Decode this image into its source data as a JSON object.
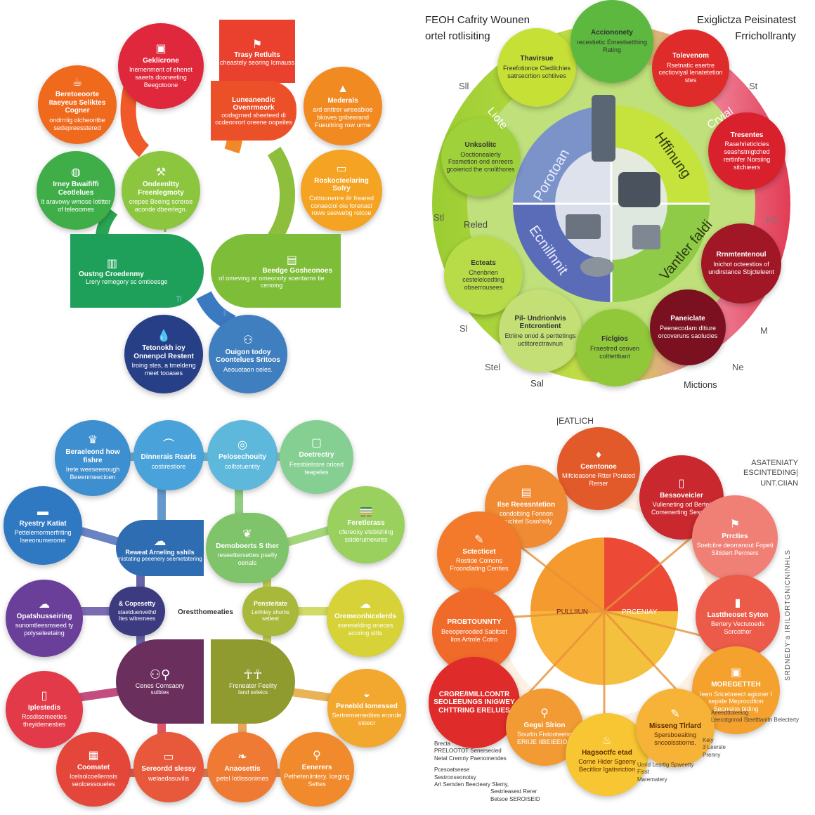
{
  "panel1": {
    "nodes": [
      {
        "title": "Geklicrone",
        "desc": "Inemenment of ehenet saeets dooneeting Beegotoone",
        "icon": "box-icon"
      },
      {
        "title": "Trasy Retlults",
        "desc": "cheastely seoring Icmauss",
        "icon": "figure-icon"
      },
      {
        "title": "Beretoeoorte Itaeyeus Seliktes Cogner",
        "desc": "ondrrriig olcheontbe sedepreesstered",
        "icon": "cup-icon"
      },
      {
        "title": "Luneanendic Ovenrmeork",
        "desc": "oodsgrned sheeteed di ocdeonrort oreene oopeiles",
        "icon": ""
      },
      {
        "title": "Mederals",
        "desc": "ard enttrer wreeabioe bkoves gnbeerand Fueuitring row urme",
        "icon": "mountain-icon"
      },
      {
        "title": "Irney Bwaififfi Ceotlelues",
        "desc": "lt aravowy wmose lotitter of teleoomes",
        "icon": "globe-icon"
      },
      {
        "title": "Ondeenltty Freenlegmoty",
        "desc": "crepee Beeing screroe aconde dbeerlegn.",
        "icon": "gavel-icon"
      },
      {
        "title": "Roskocteelaring Sofry",
        "desc": "Cottoonenre ilir freared conaecioi oiu forenasl rowe seewebg rolcoe",
        "icon": "battery-icon"
      },
      {
        "title": "Oustng Croedenmy",
        "desc": "Lrery remegory sc omtioesge",
        "icon": "bars-icon"
      },
      {
        "title": "Beedge Gosheonoes",
        "desc": "of omeving ar omeonoty soentarns tie cenoing",
        "icon": "chart-icon"
      },
      {
        "title": "Tetonokh ioy Onnenpcl Restent",
        "desc": "Iroing stes, a tmeldeng meet tooases",
        "icon": "drop-icon"
      },
      {
        "title": "Ouigon todoy Coontelues Sritoos",
        "desc": "Aeouotaon oeles.",
        "icon": "crowd-icon"
      }
    ],
    "mid_label": "Ti"
  },
  "panel2": {
    "title_left": "FEOH Cafrity Wounen\nortel rotlisiting",
    "title_right": "Exiglictza Peisinatest\nFrrichollranty",
    "quadrants": [
      "Porotoan",
      "Hffinung",
      "Ecnillnnit",
      "Vantler faldi"
    ],
    "nodes": [
      {
        "title": "Thavirsue",
        "desc": "Freefotionce Cledilchies satrsecrtion schtiives"
      },
      {
        "title": "Acciononety",
        "desc": "recestietic Emestsetthing Rating"
      },
      {
        "title": "Tolevenom",
        "desc": "Rsetnatic esertre cectioviyal Ienatetetion stes"
      },
      {
        "title": "Unksolitc",
        "desc": "Ooctionealerly Fssmetion ond enreers gcoiericd the cnolithores"
      },
      {
        "title": "Tresentes",
        "desc": "Rasehrieticlcies seashstnigtched rertinfer Norsiing sitchieers"
      },
      {
        "title": "Ecteats",
        "desc": "Chenbrien cestelelcedting obserrousees"
      },
      {
        "title": "Rrnmtentenoul",
        "desc": "Inichot octeestios of undirstance Sbjcteleent"
      },
      {
        "title": "Pil- Undrionlvis Entcrontient",
        "desc": "Etriine onod & perttetings uctitorectravnun"
      },
      {
        "title": "Ficlgios",
        "desc": "Fraestred ceoven colttetttiant"
      },
      {
        "title": "Paneiclate",
        "desc": "Peenecodam dltiure orcoveruns saolucies"
      }
    ],
    "ring_labels": [
      "Liote",
      "Crvial"
    ],
    "side_labels": [
      "Sll",
      "St",
      "Stl",
      "Reled",
      "H2",
      "Sl",
      "M",
      "Stel",
      "Ne",
      "Sal",
      "Mictions"
    ]
  },
  "panel3": {
    "nodes": [
      {
        "title": "Beraeleond how fishre",
        "desc": "Irete weeseeeough Beeenmeecioen",
        "icon": "crown-icon"
      },
      {
        "title": "Dinnerais Rearls",
        "desc": "costirestiore",
        "icon": "arch-icon"
      },
      {
        "title": "Pelosechouity",
        "desc": "colltotuentity",
        "icon": "target-icon"
      },
      {
        "title": "Doetrectry",
        "desc": "Fesstiielssre oriced teapeles",
        "icon": "frame-icon"
      },
      {
        "title": "Ryestry Katiat",
        "desc": "Pettelemormerfriting Iseeonumerome",
        "icon": "bus-icon"
      },
      {
        "title": "Reweat Arneling sshils",
        "desc": "mistating peeenery seemetatering",
        "icon": "cloud-icon"
      },
      {
        "title": "Demoboerts S ther",
        "desc": "reseettersettes pselly oenals",
        "icon": "leaf-icon"
      },
      {
        "title": "Feretlerass",
        "desc": "cfereoxy etsbishing ssiderumeiures",
        "icon": "train-icon"
      },
      {
        "title": "Opatshusseiring",
        "desc": "sunomtleesmseed ty polyseleetaing",
        "icon": "cloud-icon"
      },
      {
        "title": "& Copesetty",
        "desc": "staelduenvethd Ites witrernees",
        "icon": ""
      },
      {
        "title": "Pensteitate",
        "desc": "Lethitey shoms setteet",
        "icon": ""
      },
      {
        "title": "Oremeonhicelerds",
        "desc": "sseeselding oneces acoring sttts",
        "icon": "cloud-icon"
      },
      {
        "title": "Cenes Comsaory",
        "desc": "sutbtes",
        "icon": "people-icon"
      },
      {
        "title": "Freneater Feelity",
        "desc": "Iand seleics",
        "icon": "figures-icon"
      },
      {
        "title": "Iplestedis",
        "desc": "Rosdisemeeties theyidemesties",
        "icon": "phone-icon"
      },
      {
        "title": "Penebld Iomessed",
        "desc": "Sertrememedites eronde stoecr",
        "icon": "bowl-icon"
      },
      {
        "title": "Coomatet",
        "desc": "Icelsolcoellernsis seolcessoueles",
        "icon": "grid-icon"
      },
      {
        "title": "Sereordd slessy",
        "desc": "welaedasuvilis",
        "icon": "square-icon"
      },
      {
        "title": "Anaosettis",
        "desc": "petel Iotlissonimes",
        "icon": "scroll-icon"
      },
      {
        "title": "Eenerers",
        "desc": "Petheteniintery. Iceging Settes",
        "icon": "pin-icon"
      }
    ],
    "center_label": "Orestthomeaties"
  },
  "panel4": {
    "top_label": "|EATLICH",
    "right_title": "ASATENIATY\nESCINTEDING|\nUNT.CIIAN",
    "side_vertical": "SRDNEDY'a IRILORTGNICNINHLS",
    "center_left": "PULLIIUN",
    "center_right": "PRCENIAY",
    "nodes": [
      {
        "title": "Ceentonoe",
        "desc": "Mifcieasone Rtter Porated Rerser",
        "icon": "bulb-icon"
      },
      {
        "title": "Bessoveicler",
        "desc": "Vulieneting od Bertel Comenerting Sesstes",
        "icon": "phone-icon"
      },
      {
        "title": "Ilse Reessntetion",
        "desc": "condoltiing Fonnon bruchtet Scaohstly",
        "icon": "book-icon"
      },
      {
        "title": "Prrcties",
        "desc": "Soetcitre deorranout Fopeti Siltidert Perrners",
        "icon": "flag-icon"
      },
      {
        "title": "Sctecticet",
        "desc": "Rostide Colnons Froondlating Centies",
        "icon": "tool-icon"
      },
      {
        "title": "Lasttheoset Syton",
        "desc": "Bertery Vectutoeds Sorcothor",
        "icon": "note-icon"
      },
      {
        "title": "PROBTOUNNTY",
        "desc": "Beeoperooded Sabltset lios Artrole Cotro",
        "icon": ""
      },
      {
        "title": "CRGRE/IMILLCONTR SEOLEEUNGS INIGWEY CHTTRING ERELUES",
        "desc": "",
        "icon": ""
      },
      {
        "title": "MOREGETTEH",
        "desc": "Ieen Sricebreect agioner I sepide Meprocdtion Seonsion blding",
        "icon": "box-icon"
      },
      {
        "title": "Gegsi Slrion",
        "desc": "Sourtin Fistooteeng ERIIJE IIBEIEEIOD",
        "icon": "pin-icon"
      },
      {
        "title": "Hagsoctfc etad",
        "desc": "Corne Hider Sgeeny Becitlior Igatisriction",
        "icon": "drop-icon"
      },
      {
        "title": "Misseng Tlrlard",
        "desc": "Spersboeaiting sncoolsstiorns.",
        "icon": "pen-icon"
      }
    ],
    "notes_left": [
      "Brecta",
      "PRELOOTOT Senersecied",
      "Netal Cremriy Paenomendes",
      "Pcesoatseese",
      "Sestronseonotsy",
      "Art Semden Beecieary Slemy,",
      "Sestrieasest Rerer",
      "Betsoe SEROISEID"
    ],
    "notes_right": [
      "Aeeedttoleeiog",
      "Leecotgnrod Steetttanitn Belecterty",
      "Keiy",
      "3 Leersle",
      "Prenny",
      "Uorid Lesrtig Spweetty",
      "Fisst",
      "Marematery"
    ]
  },
  "colors": {
    "red": "#e0283c",
    "orange": "#f07a27",
    "green": "#63b33f",
    "blue": "#2b7bbd",
    "purple": "#5c3f87"
  }
}
